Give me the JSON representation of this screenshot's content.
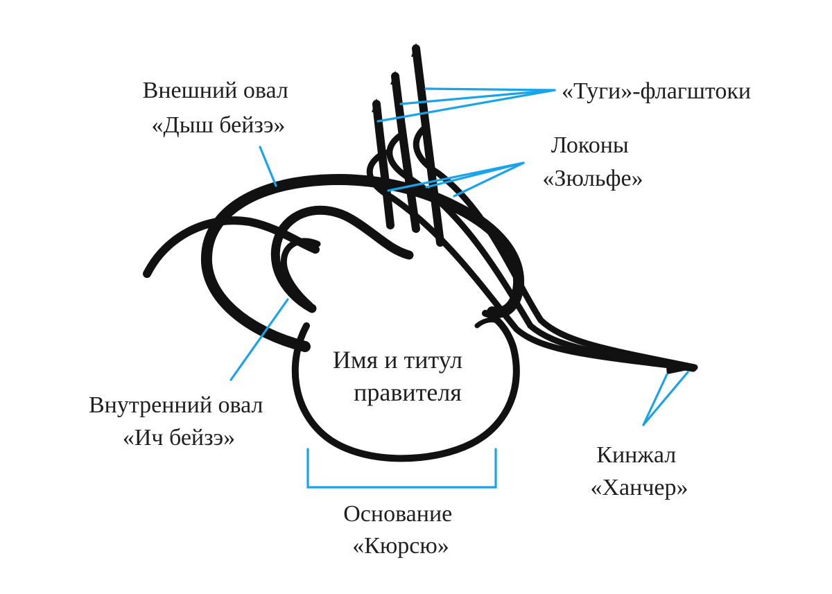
{
  "colors": {
    "ink": "#111111",
    "leader": "#1aa3e8",
    "text": "#1f1f1f",
    "background": "#ffffff"
  },
  "center": {
    "line1": "Имя и титул",
    "line2": "правителя"
  },
  "labels": {
    "outer_oval": {
      "line1": "Внешний овал",
      "line2": "«Дыш бейзэ»"
    },
    "tugi": {
      "line1": "«Туги»-флагштоки"
    },
    "zulfe": {
      "line1": "Локоны",
      "line2": "«Зюльфе»"
    },
    "inner_oval": {
      "line1": "Внутренний овал",
      "line2": "«Ич бейзэ»"
    },
    "khancher": {
      "line1": "Кинжал",
      "line2": "«Ханчер»"
    },
    "kursu": {
      "line1": "Основание",
      "line2": "«Кюрсю»"
    }
  }
}
